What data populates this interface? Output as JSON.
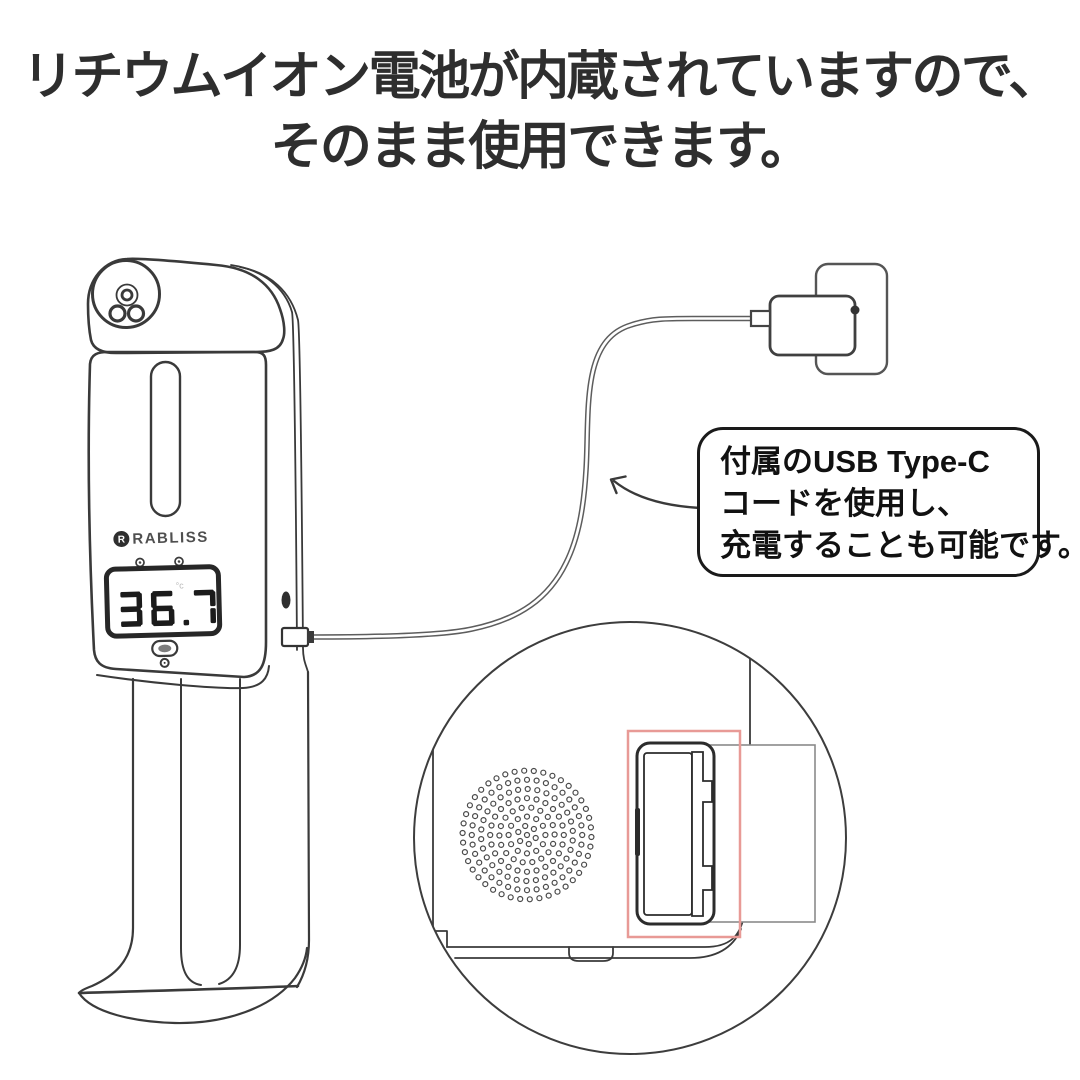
{
  "heading": {
    "line1": "リチウムイオン電池が内蔵されていますので、",
    "line2": "そのまま使用できます。"
  },
  "callout": {
    "lines": [
      "付属のUSB Type-C",
      "コードを使用し、",
      "充電することも可能です。"
    ]
  },
  "device": {
    "brand": "RABLISS",
    "brand_initial": "R",
    "display_value": "36.7",
    "display_unit": "°c"
  },
  "colors": {
    "heading_text": "#2e2e2e",
    "callout_text": "#111111",
    "callout_border": "#1a1a1a",
    "outline": "#3a3a3a",
    "highlight": "#e89a96",
    "lcd_digits": "#1b1b1b"
  }
}
